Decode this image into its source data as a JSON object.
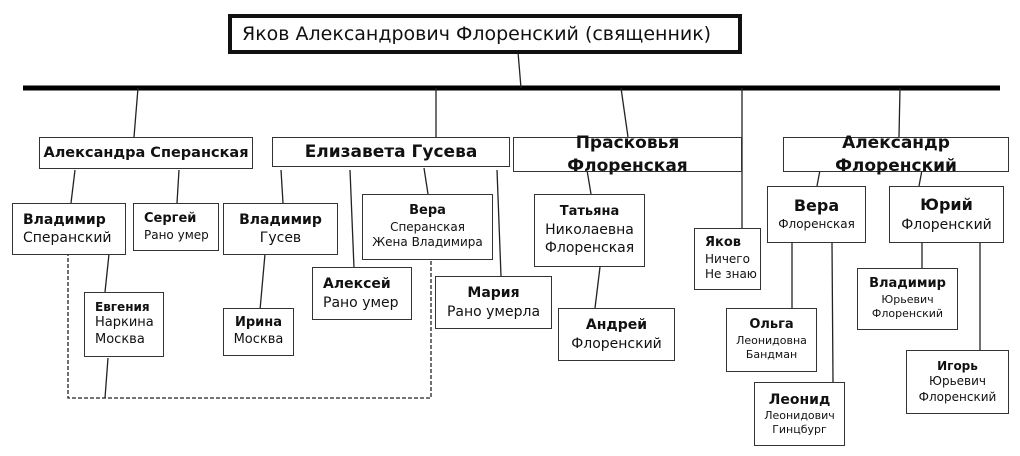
{
  "root": {
    "name": "Яков Александрович Флоренский (священник)"
  },
  "children": [
    {
      "name": "Александра Сперанская"
    },
    {
      "name": "Елизавета Гусева"
    },
    {
      "name": "Прасковья Флоренская"
    },
    {
      "name": "Александр Флоренский"
    }
  ],
  "yakov": {
    "name": "Яков",
    "l1": "Ничего",
    "l2": "Не знаю"
  },
  "speranskaya_kids": {
    "vladimir": {
      "name": "Владимир",
      "l1": "Сперанский"
    },
    "sergey": {
      "name": "Сергей",
      "l1": "Рано умер"
    },
    "evgeniya": {
      "name": "Евгения",
      "l1": "Наркина",
      "l2": "Москва"
    }
  },
  "guseva_kids": {
    "vladimir": {
      "name": "Владимир",
      "l1": "Гусев"
    },
    "irina": {
      "name": "Ирина",
      "l1": "Москва"
    },
    "vera": {
      "name": "Вера",
      "l1": "Сперанская",
      "l2": "Жена Владимира"
    },
    "aleksey": {
      "name": "Алексей",
      "l1": "Рано умер"
    },
    "mariya": {
      "name": "Мария",
      "l1": "Рано умерла"
    }
  },
  "florenskaya_kids": {
    "tatyana": {
      "name": "Татьяна",
      "l1": "Николаевна",
      "l2": "Флоренская"
    },
    "andrey": {
      "name": "Андрей",
      "l1": "Флоренский"
    }
  },
  "aleksandr_kids": {
    "vera": {
      "name": "Вера",
      "l1": "Флоренская"
    },
    "olga": {
      "name": "Ольга",
      "l1": "Леонидовна",
      "l2": "Бандман"
    },
    "leonid": {
      "name": "Леонид",
      "l1": "Леонидович",
      "l2": "Гинцбург"
    },
    "yuriy": {
      "name": "Юрий",
      "l1": "Флоренский"
    },
    "vladimir": {
      "name": "Владимир",
      "l1": "Юрьевич",
      "l2": "Флоренский"
    },
    "igor": {
      "name": "Игорь",
      "l1": "Юрьевич",
      "l2": "Флоренский"
    }
  }
}
